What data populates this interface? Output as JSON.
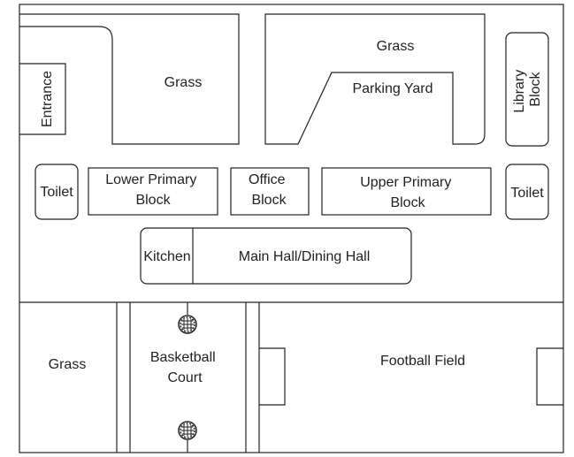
{
  "labels": {
    "entrance": "Entrance",
    "grass_left_top": "Grass",
    "grass_top_right": "Grass",
    "parking_yard": "Parking Yard",
    "library_block": [
      "Library",
      "Block"
    ],
    "toilet_left": "Toilet",
    "lower_primary": [
      "Lower Primary",
      "Block"
    ],
    "office_block": [
      "Office",
      "Block"
    ],
    "upper_primary": [
      "Upper Primary",
      "Block"
    ],
    "toilet_right": "Toilet",
    "kitchen": "Kitchen",
    "main_hall": "Main Hall/Dining Hall",
    "grass_bottom": "Grass",
    "basketball_court": [
      "Basketball",
      "Court"
    ],
    "football_field": "Football Field"
  },
  "colors": {
    "line": "#222222",
    "background": "#ffffff"
  },
  "icons": [
    "basketball-hoop-icon",
    "basketball-hoop-icon"
  ]
}
